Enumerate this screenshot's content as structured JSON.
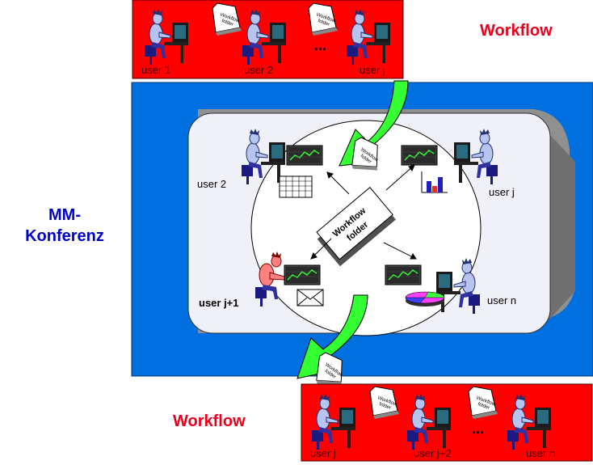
{
  "top_workflow": {
    "title": "Workflow",
    "users": [
      "user 1",
      "user 2",
      "user j"
    ],
    "ellipsis": "...",
    "folder_label_line1": "Workflow",
    "folder_label_line2": "folder"
  },
  "conference": {
    "title_line1": "MM-",
    "title_line2": "Konferenz",
    "users": {
      "user2": "user 2",
      "userj": "user j",
      "userj1": "user j+1",
      "usern": "user n"
    },
    "center_folder_line1": "Workflow",
    "center_folder_line2": "folder"
  },
  "bottom_workflow": {
    "title": "Workflow",
    "users": [
      "user j",
      "user j+2",
      "user n"
    ],
    "ellipsis": "..."
  },
  "colors": {
    "banner_red": "#ff0000",
    "conference_blue": "#0070e0",
    "table_inner": "#f0f0f8",
    "arrow_green": "#33ff33",
    "workflow_text": "#e8001c",
    "mm_text": "#0000cc"
  }
}
